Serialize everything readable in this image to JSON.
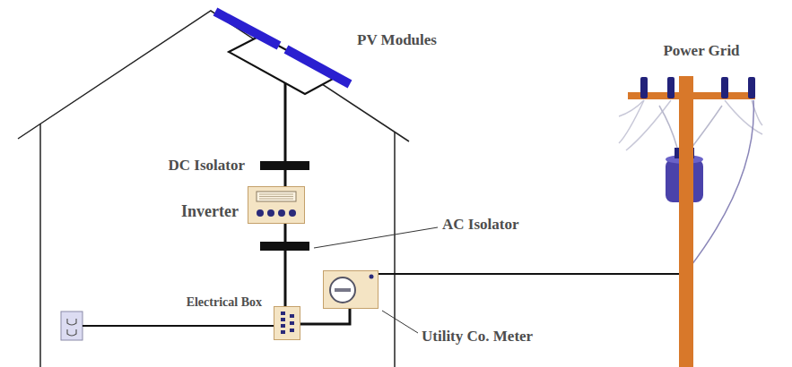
{
  "diagram": {
    "nodes": [
      {
        "text": [
          "PV Modules"
        ]
      },
      {
        "text": [
          "Power Grid"
        ]
      },
      {
        "text": [
          "DC Isolator"
        ]
      },
      {
        "text": [
          "Inverter"
        ]
      },
      {
        "text": [
          "AC Isolator"
        ]
      },
      {
        "text": [
          "Electrical Box"
        ]
      },
      {
        "text": [
          "Utility Co. Meter"
        ]
      }
    ],
    "edges": [
      {
        "from": 0,
        "to": 2,
        "arrow": "none"
      },
      {
        "from": 2,
        "to": 3,
        "arrow": "none"
      },
      {
        "from": 3,
        "to": 4,
        "arrow": "none"
      },
      {
        "from": 4,
        "to": 5,
        "arrow": "none"
      },
      {
        "from": 5,
        "to": 6,
        "arrow": "none"
      },
      {
        "from": 6,
        "to": 1,
        "arrow": "none"
      }
    ]
  }
}
